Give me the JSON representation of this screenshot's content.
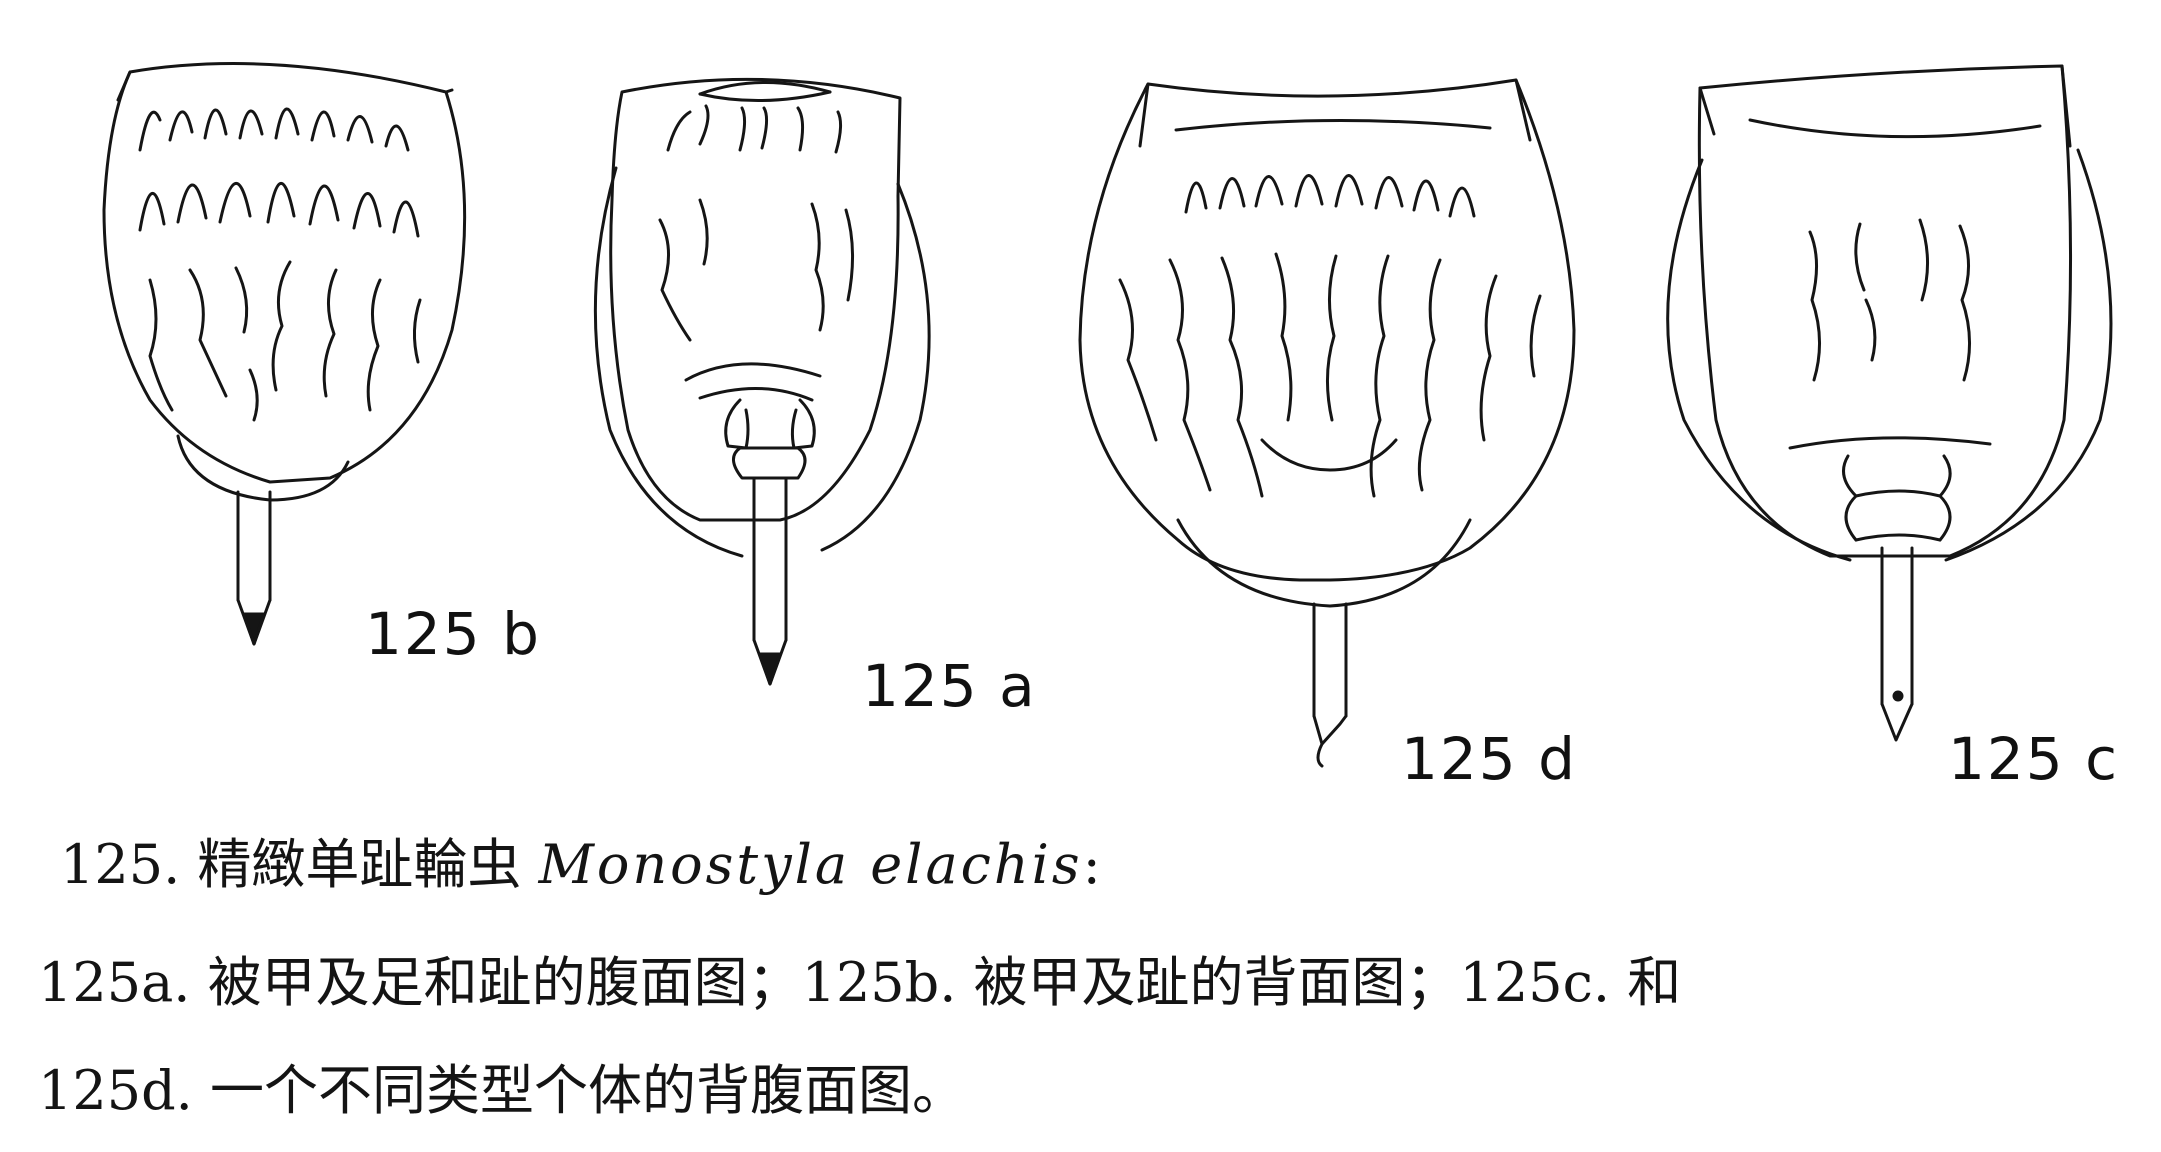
{
  "figure": {
    "labels": {
      "b": "125 b",
      "a": "125 a",
      "d": "125 d",
      "c": "125 c"
    }
  },
  "caption": {
    "line1_prefix": "125.  精緻单趾輪虫 ",
    "line1_species": "Monostyla elachis",
    "line1_suffix": ":",
    "line2": "125a. 被甲及足和趾的腹面图；125b. 被甲及趾的背面图；125c. 和",
    "line3": "125d. 一个不同类型个体的背腹面图。"
  }
}
